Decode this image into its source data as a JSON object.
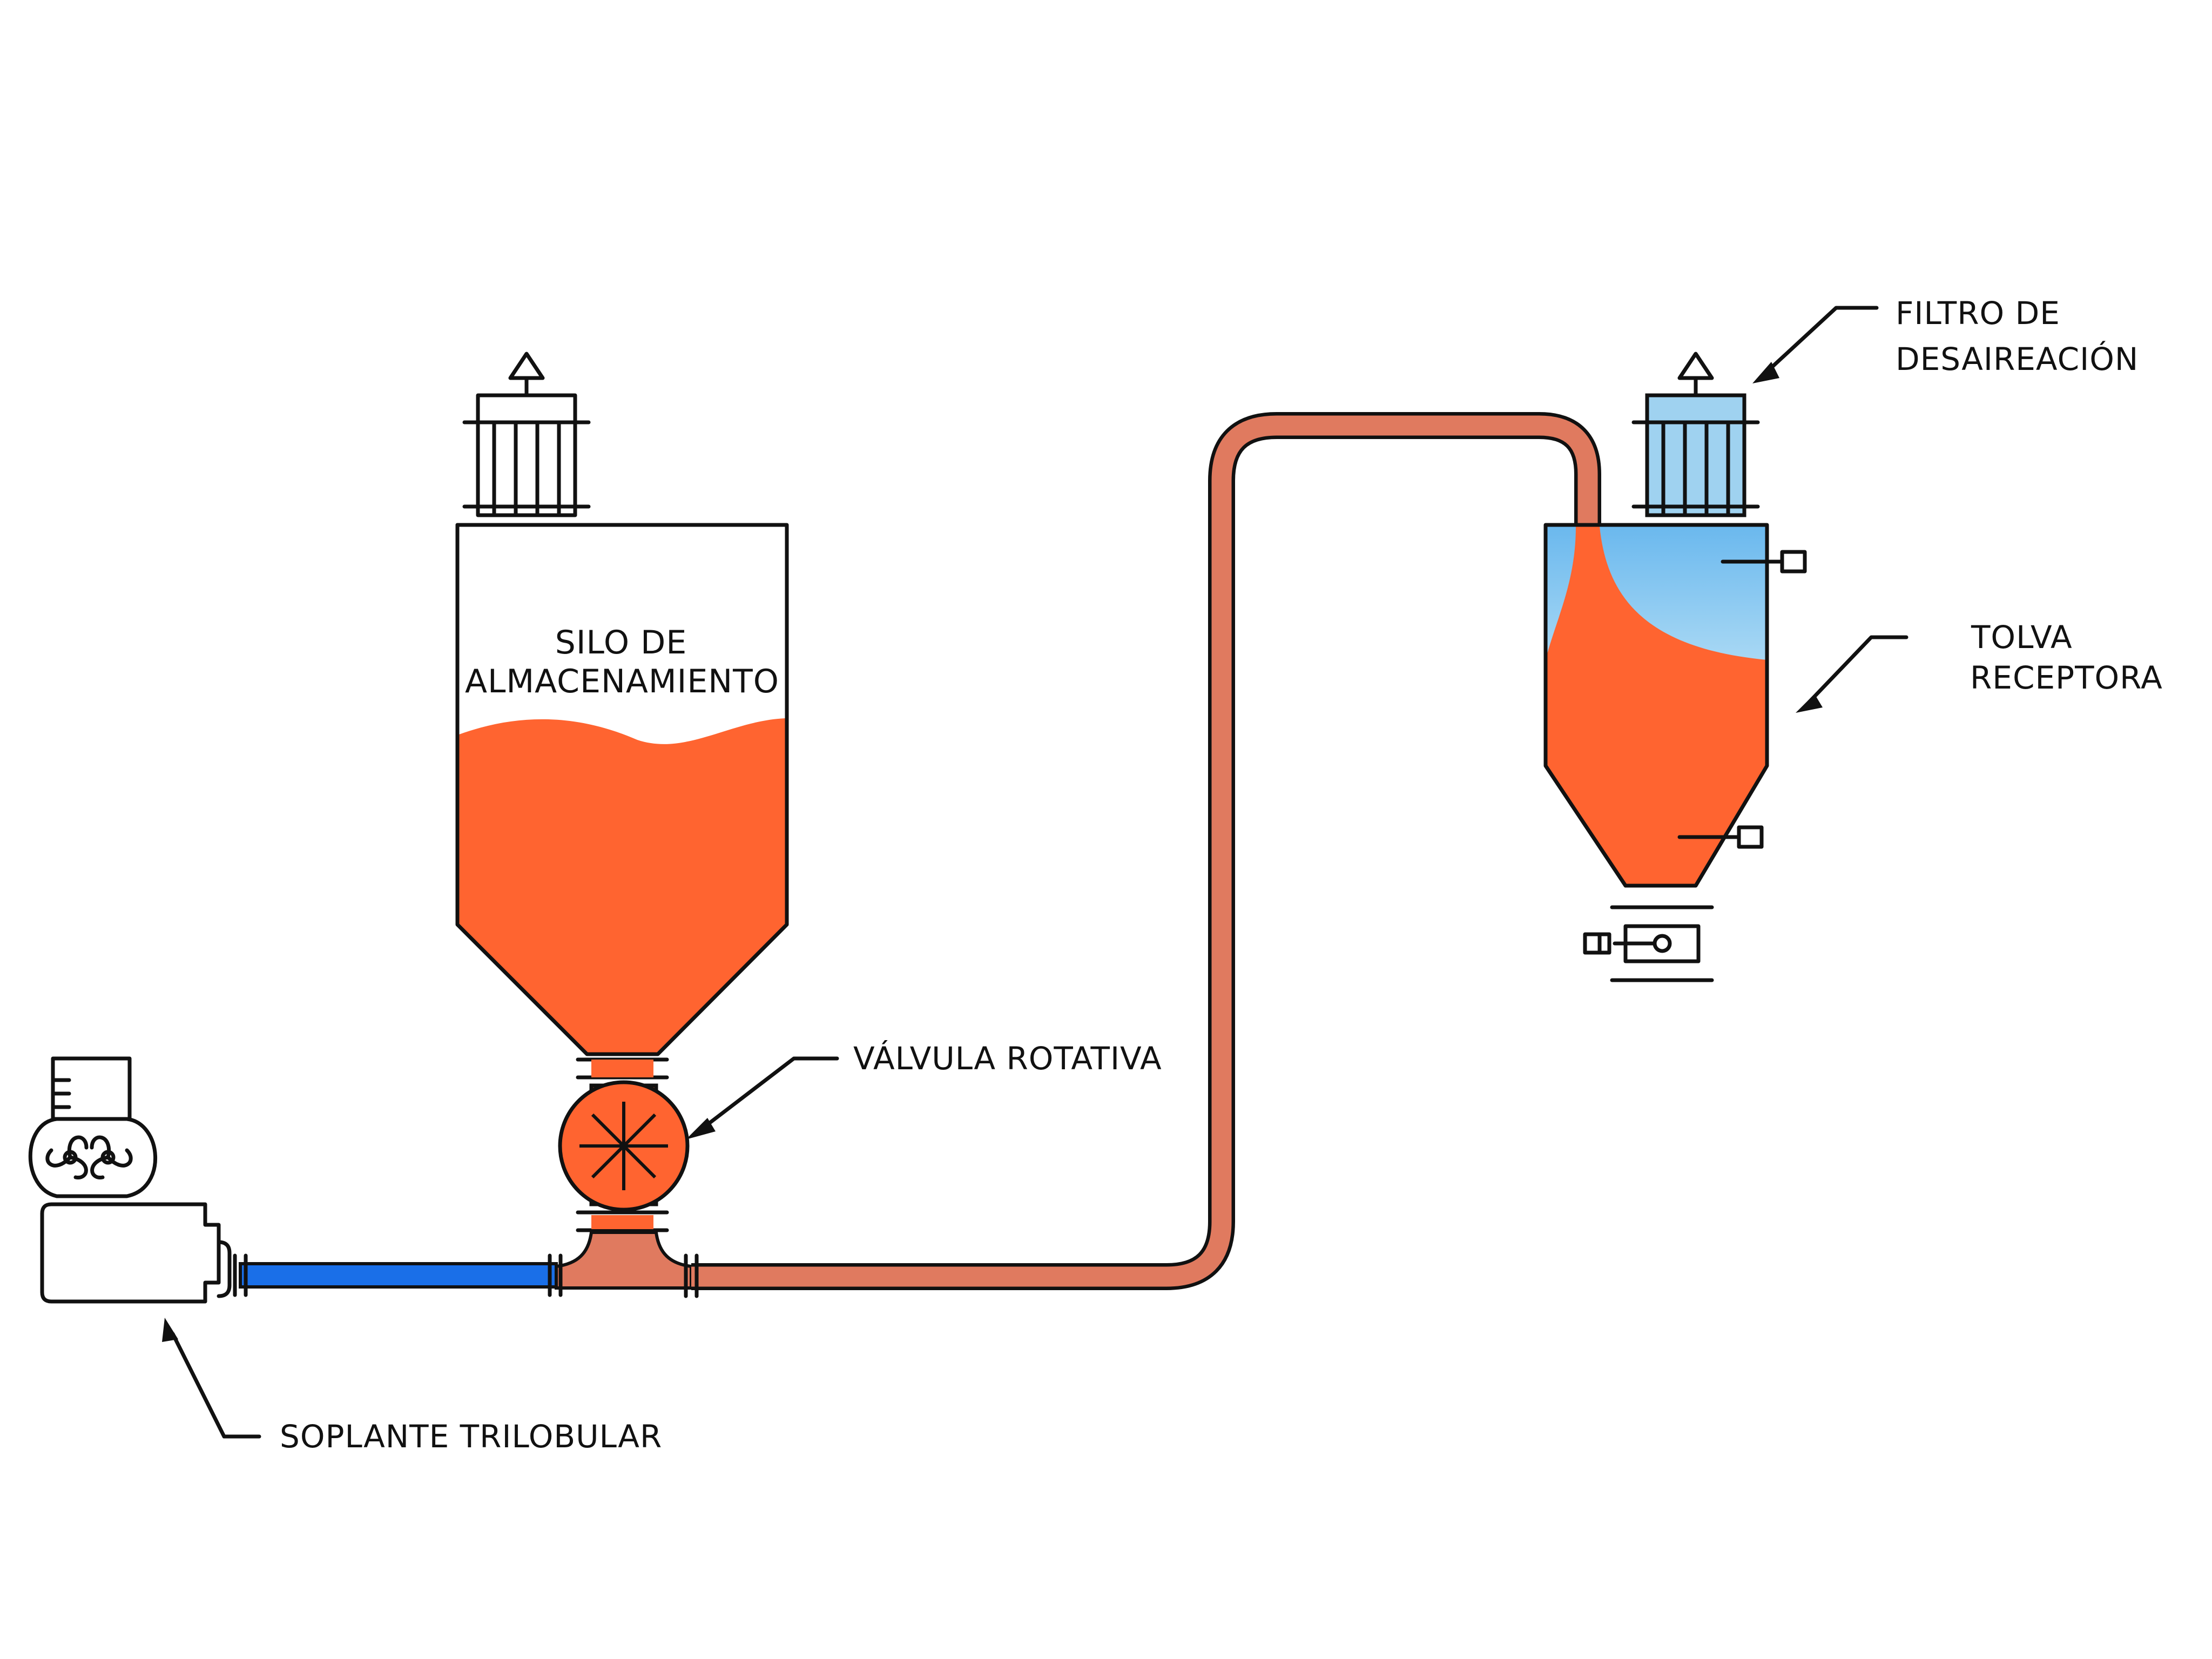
{
  "labels": {
    "silo_line1": "SILO DE",
    "silo_line2": "ALMACENAMIENTO",
    "rotary_valve": "VÁLVULA ROTATIVA",
    "blower": "SOPLANTE TRILOBULAR",
    "filter_line1": "FILTRO DE",
    "filter_line2": "DESAIREACIÓN",
    "hopper_line1": "TOLVA",
    "hopper_line2": "RECEPTORA"
  },
  "colors": {
    "material": "#ff6430",
    "conveying_pipe": "#e07a5f",
    "air_pipe": "#1a6fe8",
    "filter_air": "#9fd2f0",
    "outline": "#111111"
  }
}
